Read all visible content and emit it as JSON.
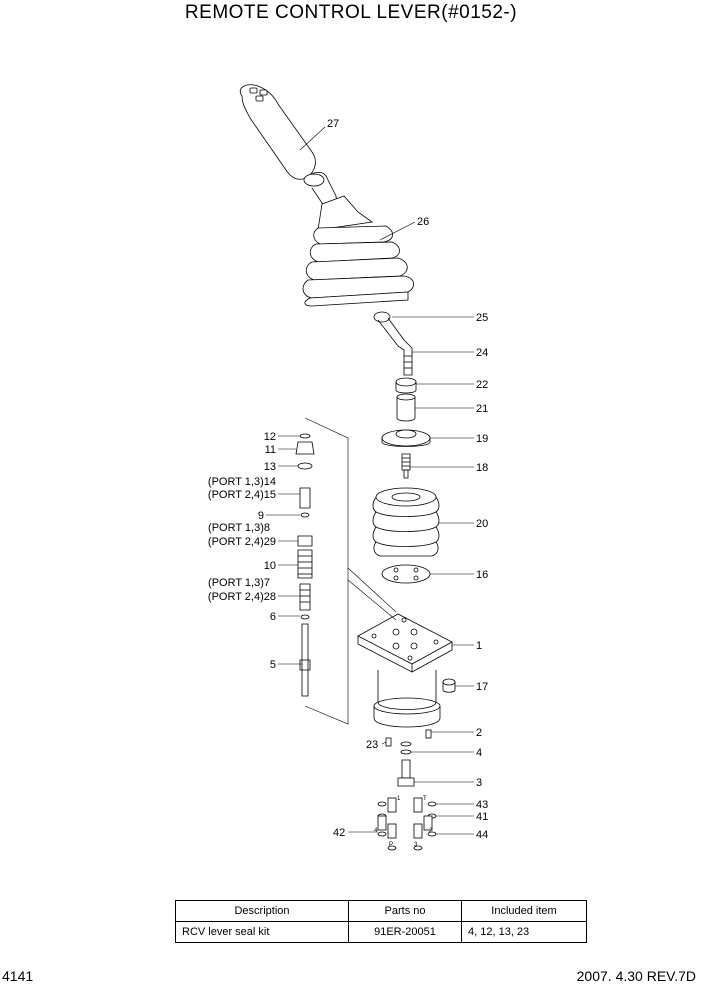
{
  "title": "REMOTE CONTROL LEVER(#0152-)",
  "callouts": {
    "c27": "27",
    "c26": "26",
    "c25": "25",
    "c24": "24",
    "c22": "22",
    "c21": "21",
    "c19": "19",
    "c18": "18",
    "c20": "20",
    "c16": "16",
    "c1": "1",
    "c17": "17",
    "c2": "2",
    "c4": "4",
    "c3": "3",
    "c43": "43",
    "c41": "41",
    "c44": "44",
    "c42": "42",
    "c23": "23",
    "c12": "12",
    "c11": "11",
    "c13": "13",
    "c9": "9",
    "c10": "10",
    "c6": "6",
    "c5": "5",
    "p14": "(PORT 1,3)14",
    "p15": "(PORT 2,4)15",
    "p8": "(PORT 1,3)8",
    "p29": "(PORT 2,4)29",
    "p7": "(PORT 1,3)7",
    "p28": "(PORT 2,4)28"
  },
  "port_marks": {
    "m1": "1",
    "m3": "3",
    "m4": "4",
    "m2": "2",
    "mT": "T",
    "mP": "P"
  },
  "table": {
    "headers": [
      "Description",
      "Parts no",
      "Included item"
    ],
    "rows": [
      [
        "RCV lever seal kit",
        "91ER-20051",
        "4, 12, 13, 23"
      ]
    ]
  },
  "footer": {
    "page": "4141",
    "revision": "2007. 4.30  REV.7D"
  }
}
